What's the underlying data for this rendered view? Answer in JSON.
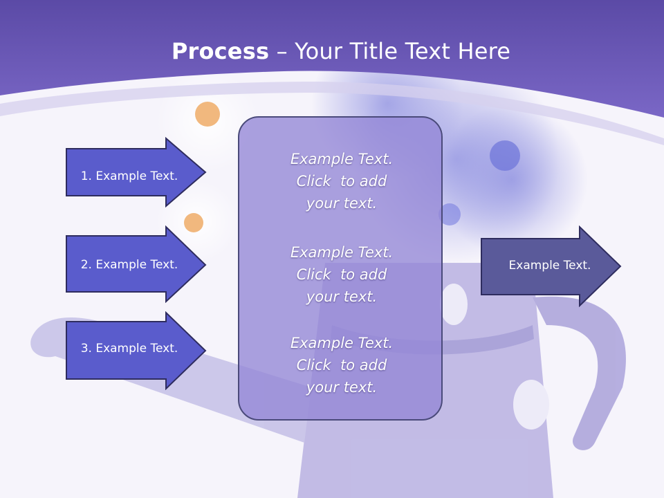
{
  "slide": {
    "title": {
      "strong": "Process",
      "dash": "–",
      "rest": "Your Title Text Here"
    },
    "left_arrows": [
      {
        "label": "1. Example Text."
      },
      {
        "label": "2. Example Text."
      },
      {
        "label": "3. Example Text."
      }
    ],
    "center_box": {
      "blocks": [
        {
          "line1": "Example Text.",
          "line2": "Click  to add",
          "line3": "your text."
        },
        {
          "line1": "Example Text.",
          "line2": "Click  to add",
          "line3": "your text."
        },
        {
          "line1": "Example Text.",
          "line2": "Click  to add",
          "line3": "your text."
        }
      ]
    },
    "right_arrow": {
      "label": "Example Text."
    }
  },
  "colors": {
    "header_band": "#7360c0",
    "left_arrow_fill": "#5a5ccc",
    "right_arrow_fill": "#5a5a9a",
    "arrow_outline": "#2e2c5e",
    "center_box_fill": "#9386d6",
    "background": "#f6f4fb"
  }
}
